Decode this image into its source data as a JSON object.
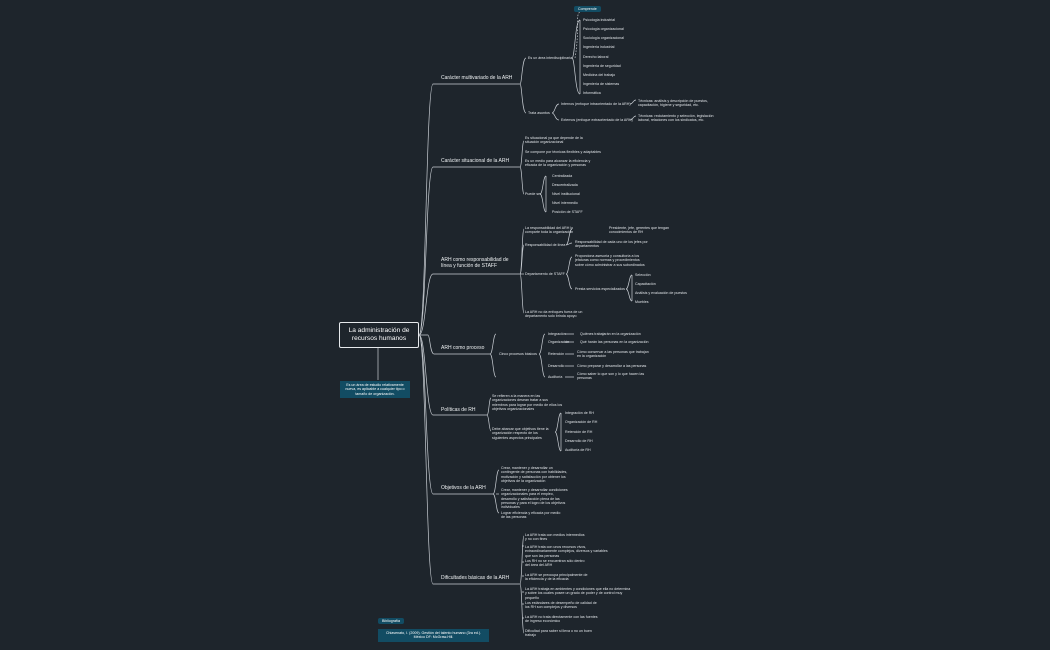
{
  "root": "La administración de recursos humanos",
  "root_note": "Es un área de estudio relativamente nueva, es aplicable a cualquier tipo o tamaño de organización.",
  "branches": [
    {
      "label": "Carácter multivariado de la ARH",
      "interdisciplinary": "Es un área interdisciplinaria",
      "comprende": "Comprende",
      "disciplines": [
        "Psicología industrial",
        "Psicología organizacional",
        "Sociología organizacional",
        "Ingeniería industrial",
        "Derecho laboral",
        "Ingeniería de seguridad",
        "Medicina del trabajo",
        "Ingeniería de sistemas",
        "Informática"
      ],
      "issues": "Trata asuntos",
      "internos": "Internos (enfoque intraorientado de la ARH)",
      "internos_desc": "Técnicas: análisis y descripción de puestos, capacitación, higiene y seguridad, etc.",
      "externos": "Externos (enfoque extraorientado de la ARH)",
      "externos_desc": "Técnicas: reclutamiento y selección, legislación laboral, relaciones con los sindicatos, etc."
    },
    {
      "label": "Carácter situacional de la ARH",
      "items": [
        "Es situacional ya que depende de la situación organizacional",
        "Se compone por técnicas flexibles y adaptables",
        "Es un medio para alcanzar la eficiencia y eficacia de la organización y personas"
      ],
      "puede_ser": "Puede ser",
      "modes": [
        "Centralizada",
        "Descentralizada",
        "Nivel institucional",
        "Nivel intermedio",
        "Posición de STAFF"
      ]
    },
    {
      "label": "ARH como responsabilidad de línea y función de STAFF",
      "intro": "La responsabilidad del ARH lo comparte toda la organización",
      "linea": "Responsabilidad de línea",
      "linea_items": [
        "Presidente, jefe, gerentes que tengan conocimientos de RH",
        "Responsabilidad de cada uno de los jefes por departamentos"
      ],
      "staff": "Departamento de STAFF",
      "staff_desc": "Proporciona asesoría y consultoría a los jefaturas como normas y procedimientos sobre cómo administrar a sus subordinados",
      "servicios": "Presta servicios especializados",
      "servicios_items": [
        "Selección",
        "Capacitación",
        "Análisis y evaluación de puestos",
        "Muebles"
      ],
      "outro": "La ARH no da enfoques fuera de un departamento solo brinda apoyo"
    },
    {
      "label": "ARH como proceso",
      "cinco": "Cinco procesos básicos",
      "procesos": [
        {
          "name": "Integración",
          "desc": "Quiénes trabajarán en la organización"
        },
        {
          "name": "Organización",
          "desc": "Qué harán las personas en la organización"
        },
        {
          "name": "Retención",
          "desc": "Cómo conservar a las personas que trabajan en la organización"
        },
        {
          "name": "Desarrollo",
          "desc": "Cómo preparar y desarrollar a las personas"
        },
        {
          "name": "Auditoría",
          "desc": "Cómo saber lo que son y lo que hacen las personas"
        }
      ]
    },
    {
      "label": "Políticas de RH",
      "p1": "Se refieren a la manera en las organizaciones desean tratar a sus miembros para lograr por medio de ellos los objetivos organizacionales",
      "p2": "Debe abarcar que objetivos tiene la organización respecto de los siguientes aspectos principales",
      "aspects": [
        "Integración de RH",
        "Organización de RH",
        "Retención de RH",
        "Desarrollo de RH",
        "Auditoría de RH"
      ]
    },
    {
      "label": "Objetivos de la ARH",
      "items": [
        "Crear, mantener y desarrollar un contingente de personas con habilidades, motivación y satisfacción por obtener los objetivos de la organización",
        "Crear, mantener y desarrollar condiciones organizacionales para el empleo, desarrollo y satisfacción plena de las personas y para el logro de los objetivos individuales",
        "Lograr eficiencia y eficacia por medio de las personas"
      ]
    },
    {
      "label": "Dificultades básicas de la ARH",
      "items": [
        "La ARH trata con medios intermedios y no con fines",
        "La ARH trata con unos recursos vivos, extraordinariamente complejos, diversos y variables que son las personas",
        "Los RH no se encuentran sólo dentro del área del ARH",
        "La ARH se preocupa principalmente de la eficiencia y de la eficacia",
        "La ARH trabaja en ambientes y condiciones que ella no determina y sobre los cuales posee un grado de poder y de control muy pequeño",
        "Los estándares de desempeño de calidad de los RH son complejos y diversos",
        "La ARH no trata directamente con las fuentes de ingreso económico",
        "Dificultad para saber si lleva o no un buen trabajo"
      ]
    }
  ],
  "bibliografia": {
    "label": "Bibliografía",
    "ref": "Chiavenato, I. (2009). Gestión del talento humano (3ra ed.). México DF: McGraw-Hill."
  },
  "colors": {
    "background": "#1e252c",
    "line": "#c9ced4",
    "note": "#124c63"
  }
}
